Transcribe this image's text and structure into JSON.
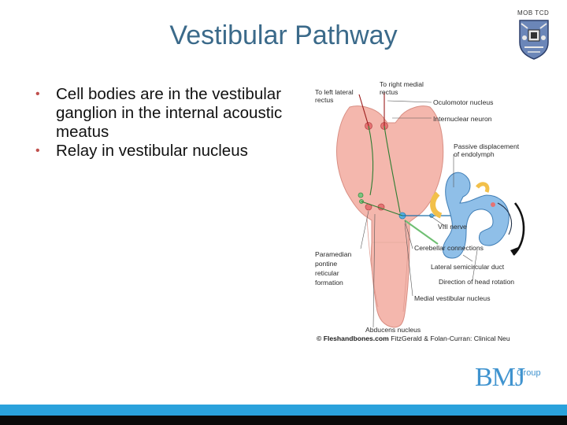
{
  "slide": {
    "title": "Vestibular Pathway",
    "tag": "MOB TCD",
    "bullets": [
      "Cell bodies are in the vestibular ganglion in the internal acoustic meatus",
      "Relay in vestibular nucleus"
    ]
  },
  "figure": {
    "labels": {
      "to_left_lateral_rectus_1": "To left lateral",
      "to_left_lateral_rectus_2": "rectus",
      "to_right_medial_rectus_1": "To right medial",
      "to_right_medial_rectus_2": "rectus",
      "oculomotor_nucleus": "Oculomotor nucleus",
      "internuclear_neuron": "Internuclear neuron",
      "passive_displacement_1": "Passive displacement",
      "passive_displacement_2": "of endolymph",
      "viii_nerve": "VIII nerve",
      "cerebellar_connections": "Cerebellar connections",
      "paramedian_1": "Paramedian",
      "paramedian_2": "pontine",
      "paramedian_3": "reticular",
      "paramedian_4": "formation",
      "lateral_semicircular_duct": "Lateral semicircular duct",
      "direction_of_head_rotation": "Direction of head rotation",
      "medial_vestibular_nucleus": "Medial vestibular nucleus",
      "abducens_nucleus": "Abducens nucleus"
    },
    "credit_bold": "© Fleshandbones.com",
    "credit_rest": " FitzGerald & Folan-Curran: Clinical Neu"
  },
  "logo": {
    "bmj": "BMJ",
    "group": "Group"
  },
  "colors": {
    "title": "#3b6a8a",
    "bullet_dot": "#c0504d",
    "bmj_blue": "#3f93cf",
    "footer_blue": "#2aa2dc",
    "footer_black": "#0a0a0a"
  }
}
